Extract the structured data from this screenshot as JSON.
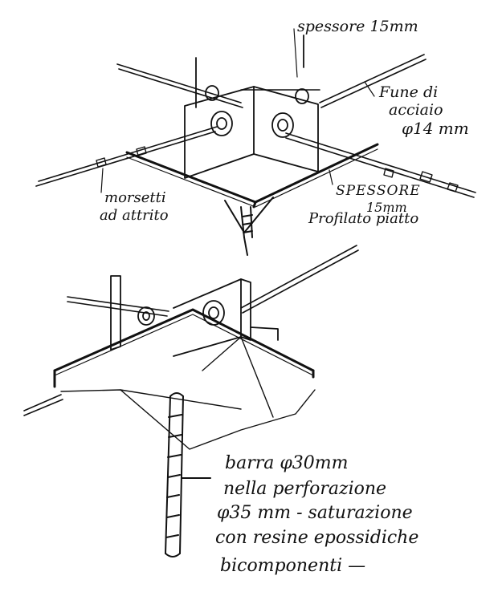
{
  "notes": {
    "spessore_top": "spessore 15mm",
    "fune_1": "Fune di",
    "fune_2": "acciaio",
    "fune_3": "φ14 mm",
    "morsetti_1": "morsetti",
    "morsetti_2": "ad attrito",
    "spessore_2": "SPESSORE",
    "spessore_2b": "15mm",
    "profilato": "Profilato piatto",
    "barra_1": "barra φ30mm",
    "barra_2": "nella perforazione",
    "barra_3": "φ35 mm - saturazione",
    "barra_4": "con resine epossidiche",
    "barra_5": "bicomponenti —"
  },
  "colors": {
    "ink": "#111111",
    "paper": "#ffffff"
  }
}
